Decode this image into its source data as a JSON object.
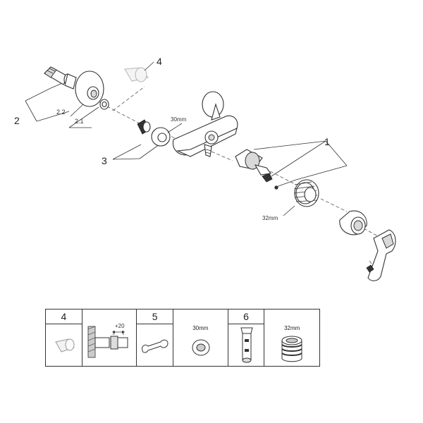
{
  "callouts": {
    "c1": "1",
    "c2": "2",
    "c2_1": "2.1",
    "c2_2": "2.2",
    "c3": "3",
    "c4": "4"
  },
  "labels": {
    "nut_size": "30mm",
    "thread_size": "32mm"
  },
  "tools_table": {
    "cells": [
      {
        "number": "4"
      },
      {
        "dimension": "+20"
      },
      {
        "number": "5"
      },
      {
        "size": "30mm"
      },
      {
        "number": "6"
      },
      {
        "size": "32mm"
      }
    ]
  }
}
